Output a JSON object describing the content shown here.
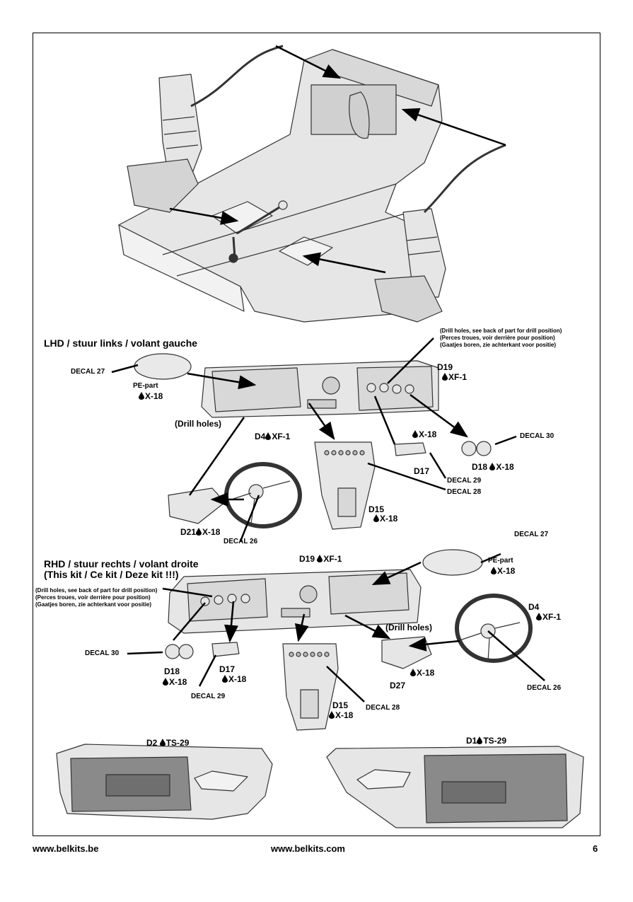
{
  "lhd": {
    "heading": "LHD / stuur links / volant gauche",
    "drill_note": [
      "(Drill holes, see back of part for drill position)",
      "(Perces troues, voir derrière pour position)",
      "(Gaatjes boren, zie achterkant voor positie)"
    ],
    "decal27": "DECAL 27",
    "pe_part": "PE-part",
    "pe_paint": "X-18",
    "d19": "D19",
    "d19_paint": "XF-1",
    "drill_holes": "(Drill holes)",
    "d4": "D4",
    "d4_paint": "XF-1",
    "x18_a": "X-18",
    "decal30": "DECAL 30",
    "d17": "D17",
    "decal29": "DECAL 29",
    "d18": "D18",
    "d18_paint": "X-18",
    "decal28": "DECAL 28",
    "d15": "D15",
    "d15_paint": "X-18",
    "d21": "D21",
    "d21_paint": "X-18",
    "decal26": "DECAL 26"
  },
  "rhd": {
    "heading_line1": "RHD / stuur rechts / volant droite",
    "heading_line2": "(This kit / Ce kit / Deze kit !!!)",
    "drill_note": [
      "(Drill holes, see back of part for drill position)",
      "(Perces troues, voir derrière pour position)",
      "(Gaatjes boren, zie achterkant voor positie)"
    ],
    "d19": "D19",
    "d19_paint": "XF-1",
    "decal27": "DECAL 27",
    "pe_part": "PE-part",
    "pe_paint": "X-18",
    "d4": "D4",
    "d4_paint": "XF-1",
    "drill_holes": "(Drill holes)",
    "decal30": "DECAL 30",
    "d18": "D18",
    "d18_paint": "X-18",
    "d17": "D17",
    "d17_paint": "X-18",
    "decal29": "DECAL 29",
    "d27": "D27",
    "d27_paint": "X-18",
    "decal26": "DECAL 26",
    "decal28": "DECAL 28",
    "d15": "D15",
    "d15_paint": "X-18"
  },
  "doors": {
    "d2": "D2",
    "d2_paint": "TS-29",
    "d1": "D1",
    "d1_paint": "TS-29"
  },
  "footer": {
    "left": "www.belkits.be",
    "center": "www.belkits.com",
    "page": "6"
  },
  "colors": {
    "part_fill": "#e6e6e6",
    "part_stroke": "#333333",
    "door_panel": "#8a8a8a"
  }
}
